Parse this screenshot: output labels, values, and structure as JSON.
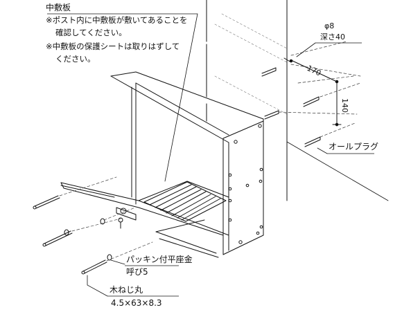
{
  "labels": {
    "center_board": "中敷板",
    "note_1a": "※ポスト内に中敷板が敷いてあることを",
    "note_1b": "確認してください。",
    "note_2a": "※中敷板の保護シートは取りはずして",
    "note_2b": "ください。",
    "hole_dia": "φ8",
    "hole_depth": "深さ40",
    "dim_h": "170",
    "dim_v": "140",
    "anchor": "オールプラグ",
    "washer": "パッキン付平座金",
    "washer_size": "呼び5",
    "screw": "木ねじ丸",
    "screw_size": "4.5×63×8.3"
  }
}
